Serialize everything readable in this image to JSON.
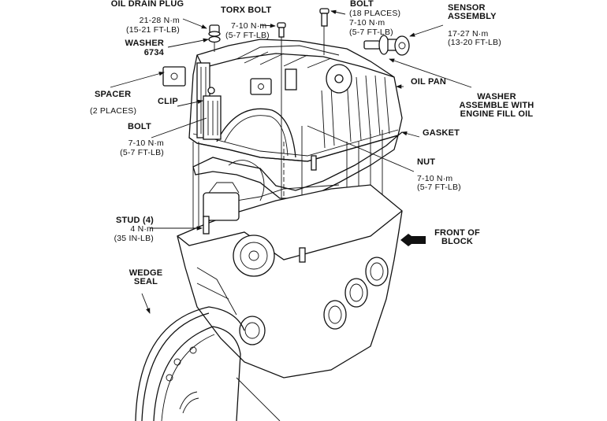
{
  "diagram": {
    "title": "Oil pan exploded view",
    "labels": {
      "oil_drain_plug": "OIL DRAIN PLUG",
      "oil_drain_plug_torque_nm": "21-28 N·m",
      "oil_drain_plug_torque_ftlb": "(15-21 FT-LB)",
      "washer": "WASHER",
      "washer_part": "6734",
      "torx_bolt": "TORX BOLT",
      "torx_bolt_torque_nm": "7-10 N·m",
      "torx_bolt_torque_ftlb": "(5-7 FT-LB)",
      "bolt_18": "BOLT",
      "bolt_18_places": "(18 PLACES)",
      "bolt_18_torque_nm": "7-10 N·m",
      "bolt_18_torque_ftlb": "(5-7 FT-LB)",
      "sensor_assembly_1": "SENSOR",
      "sensor_assembly_2": "ASSEMBLY",
      "sensor_torque_nm": "17-27 N·m",
      "sensor_torque_ftlb": "(13-20 FT-LB)",
      "oil_pan": "OIL PAN",
      "washer_assemble_1": "WASHER",
      "washer_assemble_2": "ASSEMBLE WITH",
      "washer_assemble_3": "ENGINE FILL OIL",
      "spacer": "SPACER",
      "spacer_places": "(2 PLACES)",
      "clip": "CLIP",
      "bolt": "BOLT",
      "bolt_torque_nm": "7-10 N·m",
      "bolt_torque_ftlb": "(5-7 FT-LB)",
      "gasket": "GASKET",
      "nut": "NUT",
      "nut_torque_nm": "7-10 N·m",
      "nut_torque_ftlb": "(5-7 FT-LB)",
      "stud": "STUD (4)",
      "stud_torque_nm": "4 N·m",
      "stud_torque_inlb": "(35 IN-LB)",
      "front_of_block_1": "FRONT OF",
      "front_of_block_2": "BLOCK",
      "wedge_seal_1": "WEDGE",
      "wedge_seal_2": "SEAL"
    },
    "icons": {
      "front_arrow": "arrow-left-filled"
    },
    "colors": {
      "ink": "#111111",
      "paper": "#ffffff"
    }
  }
}
